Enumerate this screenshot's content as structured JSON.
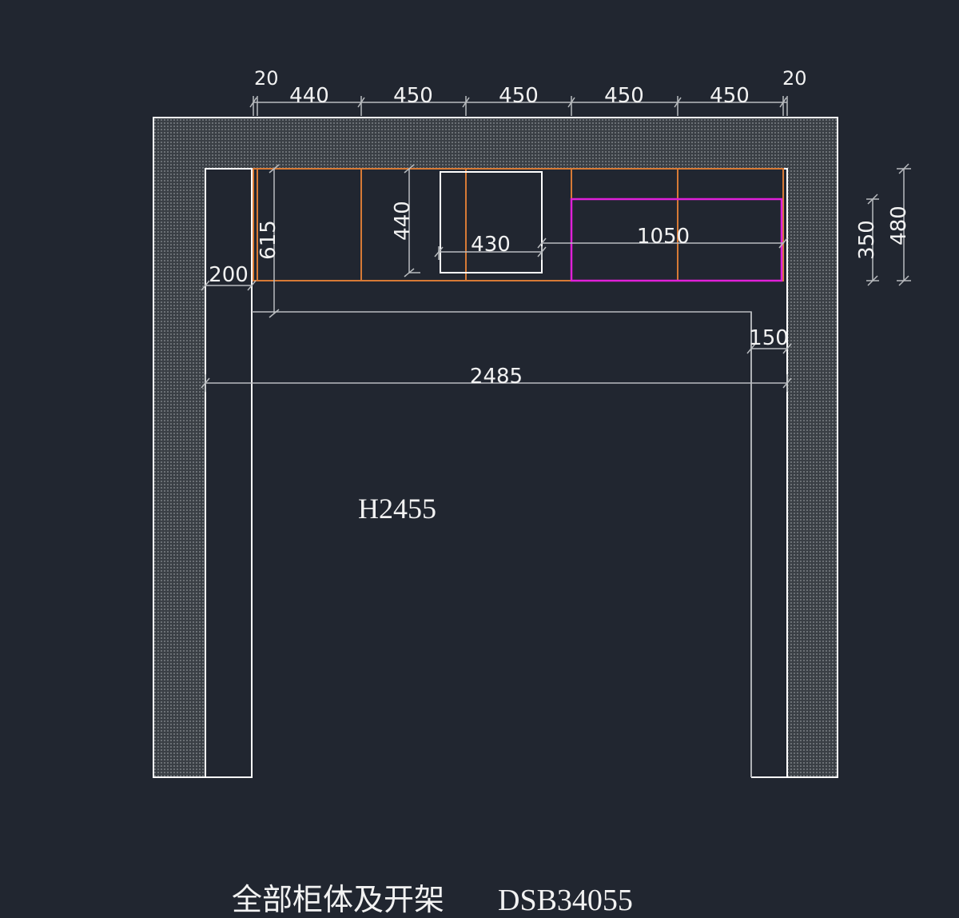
{
  "colors": {
    "background": "#212630",
    "wall_fill": "#555a5e",
    "wall_outline": "#ffffff",
    "cabinet_outline": "#d77a36",
    "shelf_outline": "#e020d8",
    "dimension_line": "#b9bcbf",
    "text": "#f2f2f2"
  },
  "dimensions": {
    "top_left_offset": "20",
    "top_right_offset": "20",
    "top_bay_1": "440",
    "top_bay_2": "450",
    "top_bay_3": "450",
    "top_bay_4": "450",
    "top_bay_5": "450",
    "cabinet_depth": "615",
    "inner_height": "440",
    "box_width": "430",
    "shelf_width": "1050",
    "side_panel_width": "200",
    "right_gap": "150",
    "overall_width": "2485",
    "right_depth_inner": "350",
    "right_depth_outer": "480"
  },
  "labels": {
    "height_note": "H2455",
    "caption_cn": "全部柜体及开架",
    "caption_code": "DSB34055"
  }
}
